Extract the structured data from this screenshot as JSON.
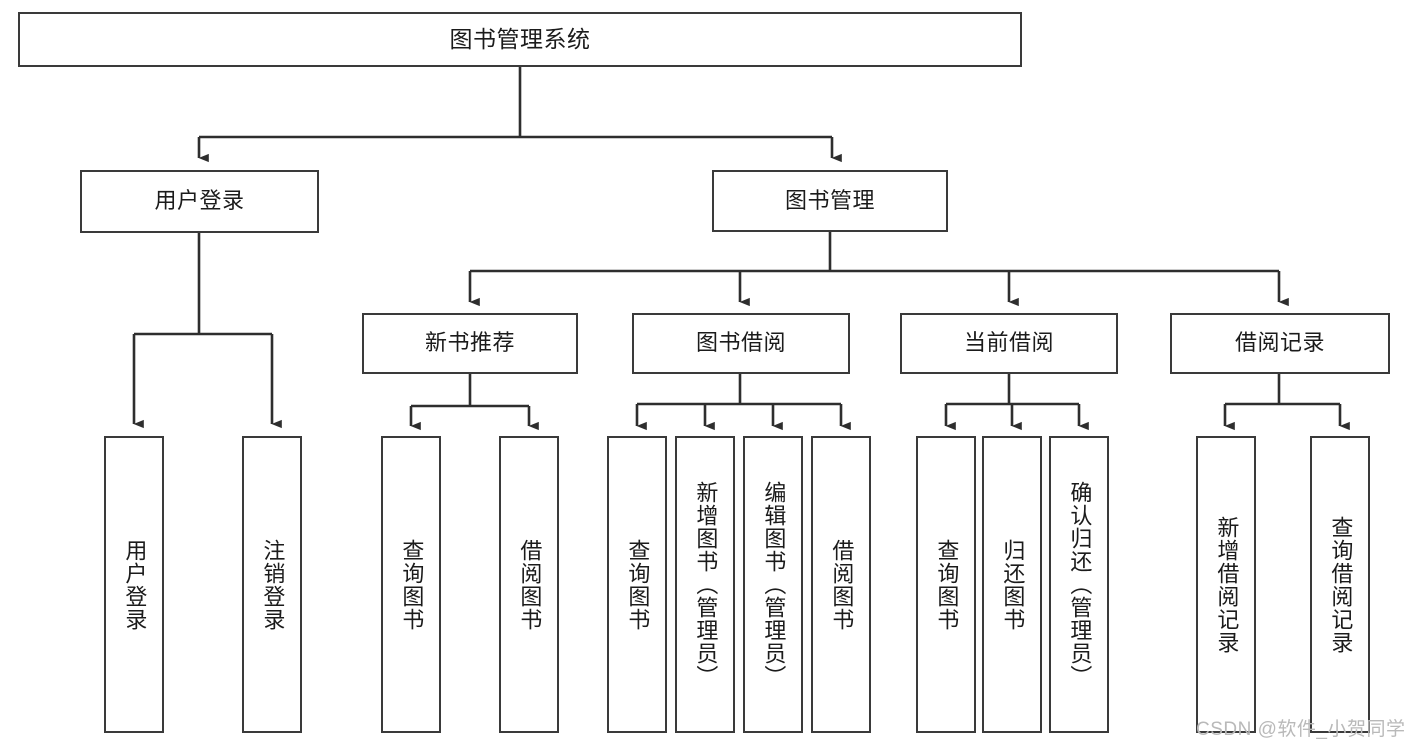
{
  "diagram": {
    "title": "图书管理系统",
    "type": "tree-hierarchy",
    "orientation": "top-down",
    "colors": {
      "box_border": "#3a3a3a",
      "box_fill": "#ffffff",
      "edge": "#2e2e2e",
      "text": "#1b1b1b",
      "watermark": "#b9b9b9",
      "background": "#ffffff"
    }
  },
  "nodes": {
    "root": {
      "label": "图书管理系统"
    },
    "level2": [
      {
        "label": "用户登录"
      },
      {
        "label": "图书管理"
      }
    ],
    "level3": [
      {
        "label": "新书推荐"
      },
      {
        "label": "图书借阅"
      },
      {
        "label": "当前借阅"
      },
      {
        "label": "借阅记录"
      }
    ],
    "leaves": {
      "user_login": [
        {
          "label": "用户登录"
        },
        {
          "label": "注销登录"
        }
      ],
      "new_book": [
        {
          "label": "查询图书"
        },
        {
          "label": "借阅图书"
        }
      ],
      "book_borrow": [
        {
          "label": "查询图书"
        },
        {
          "label": "新增图书（管理员）"
        },
        {
          "label": "编辑图书（管理员）"
        },
        {
          "label": "借阅图书"
        }
      ],
      "current_borrow": [
        {
          "label": "查询图书"
        },
        {
          "label": "归还图书"
        },
        {
          "label": "确认归还（管理员）"
        }
      ],
      "borrow_record": [
        {
          "label": "新增借阅记录"
        },
        {
          "label": "查询借阅记录"
        }
      ]
    }
  },
  "watermark": {
    "text": "CSDN @软件_小贺同学"
  }
}
